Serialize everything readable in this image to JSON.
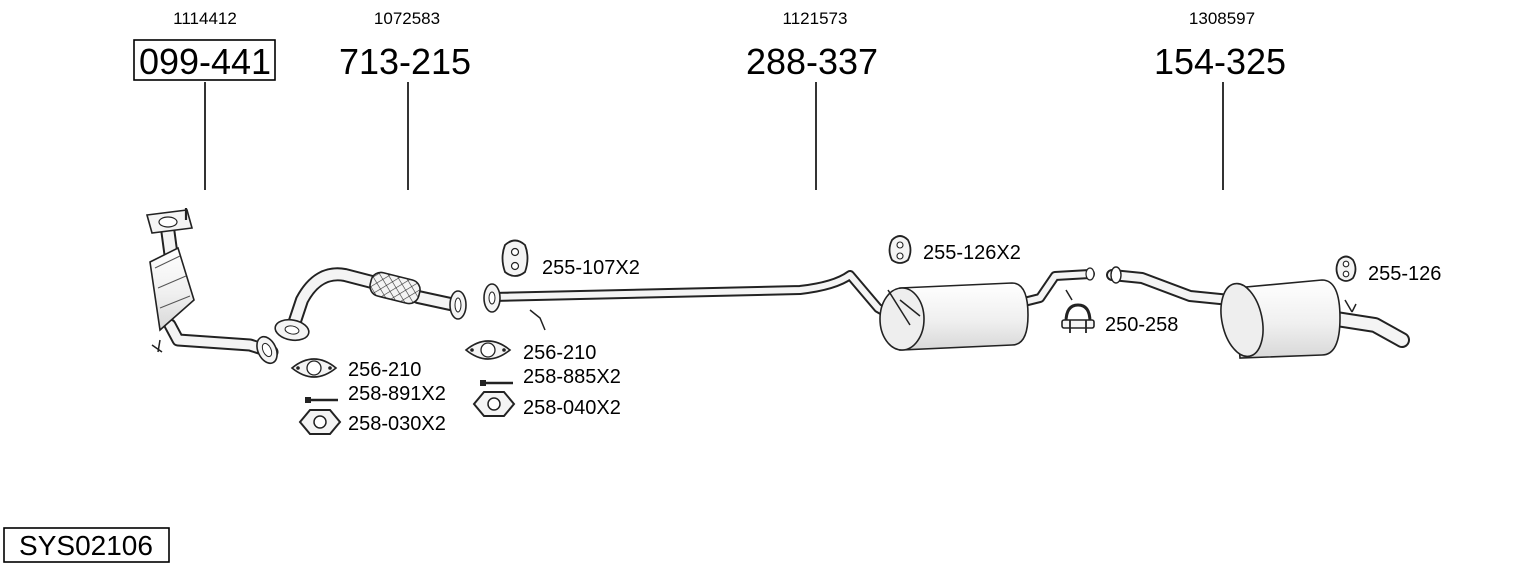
{
  "system_code": "SYS02106",
  "sections": [
    {
      "ref": "1114412",
      "code": "099-441",
      "boxed": true
    },
    {
      "ref": "1072583",
      "code": "713-215",
      "boxed": false
    },
    {
      "ref": "1121573",
      "code": "288-337",
      "boxed": false
    },
    {
      "ref": "1308597",
      "code": "154-325",
      "boxed": false
    }
  ],
  "accessories": {
    "hanger_1": "255-107X2",
    "gasket_1": "256-210",
    "bolt_1": "258-891X2",
    "nut_1": "258-030X2",
    "gasket_2": "256-210",
    "bolt_2": "258-885X2",
    "nut_2": "258-040X2",
    "hanger_2": "255-126X2",
    "clamp": "250-258",
    "hanger_3": "255-126"
  },
  "icons": [
    "hanger-icon",
    "flange-gasket-icon",
    "bolt-icon",
    "hex-nut-icon",
    "pipe-clamp-icon"
  ]
}
